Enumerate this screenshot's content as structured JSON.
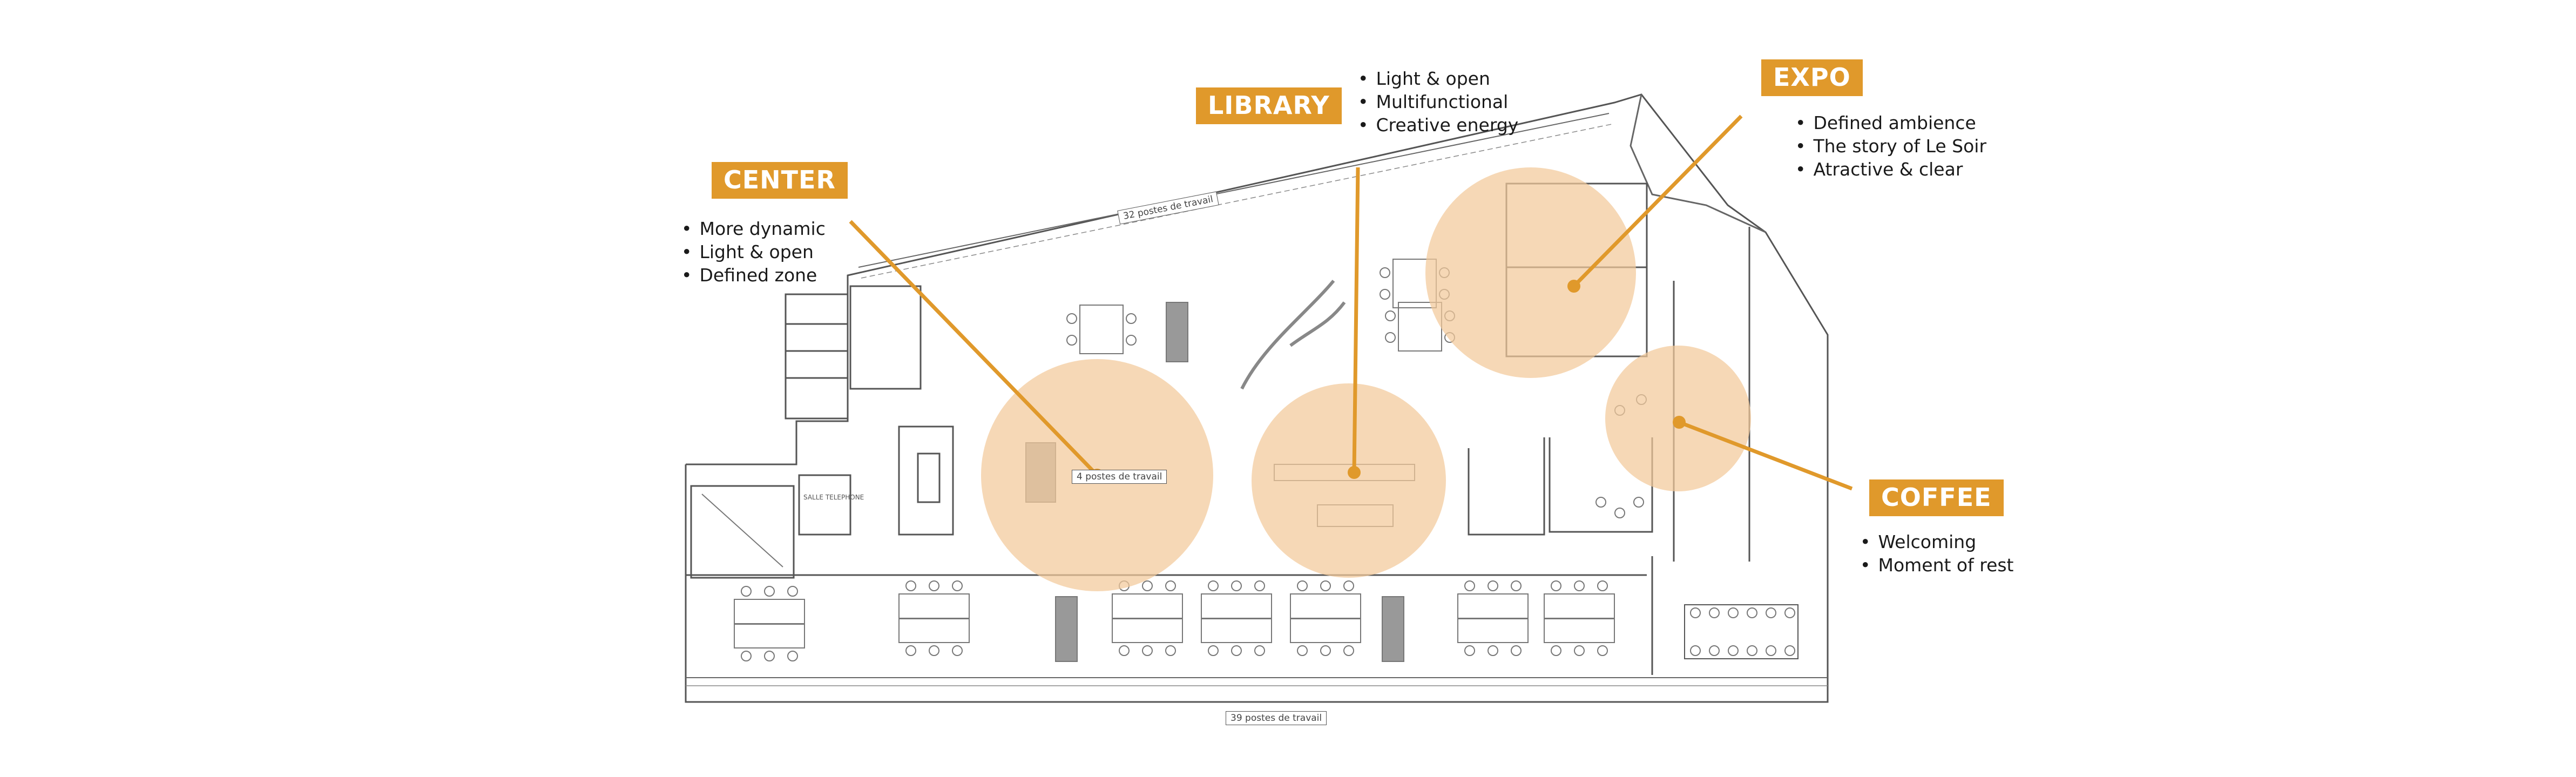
{
  "accent_color": "#e0992b",
  "zone_fill_color": "#f2c99a",
  "zones": [
    {
      "id": "center",
      "label": "CENTER",
      "points": [
        "More dynamic",
        "Light & open",
        "Defined zone"
      ]
    },
    {
      "id": "library",
      "label": "LIBRARY",
      "points": [
        "Light & open",
        "Multifunctional",
        "Creative energy"
      ]
    },
    {
      "id": "expo",
      "label": "EXPO",
      "points": [
        "Defined ambience",
        "The story of Le Soir",
        "Atractive & clear"
      ]
    },
    {
      "id": "coffee",
      "label": "COFFEE",
      "points": [
        "Welcoming",
        "Moment of rest"
      ]
    }
  ],
  "plan_labels": {
    "top_workstations": "32 postes de travail",
    "center_workstations": "4 postes de travail",
    "bottom_workstations": "39 postes de travail",
    "phone_room": "SALLE TELEPHONE"
  }
}
